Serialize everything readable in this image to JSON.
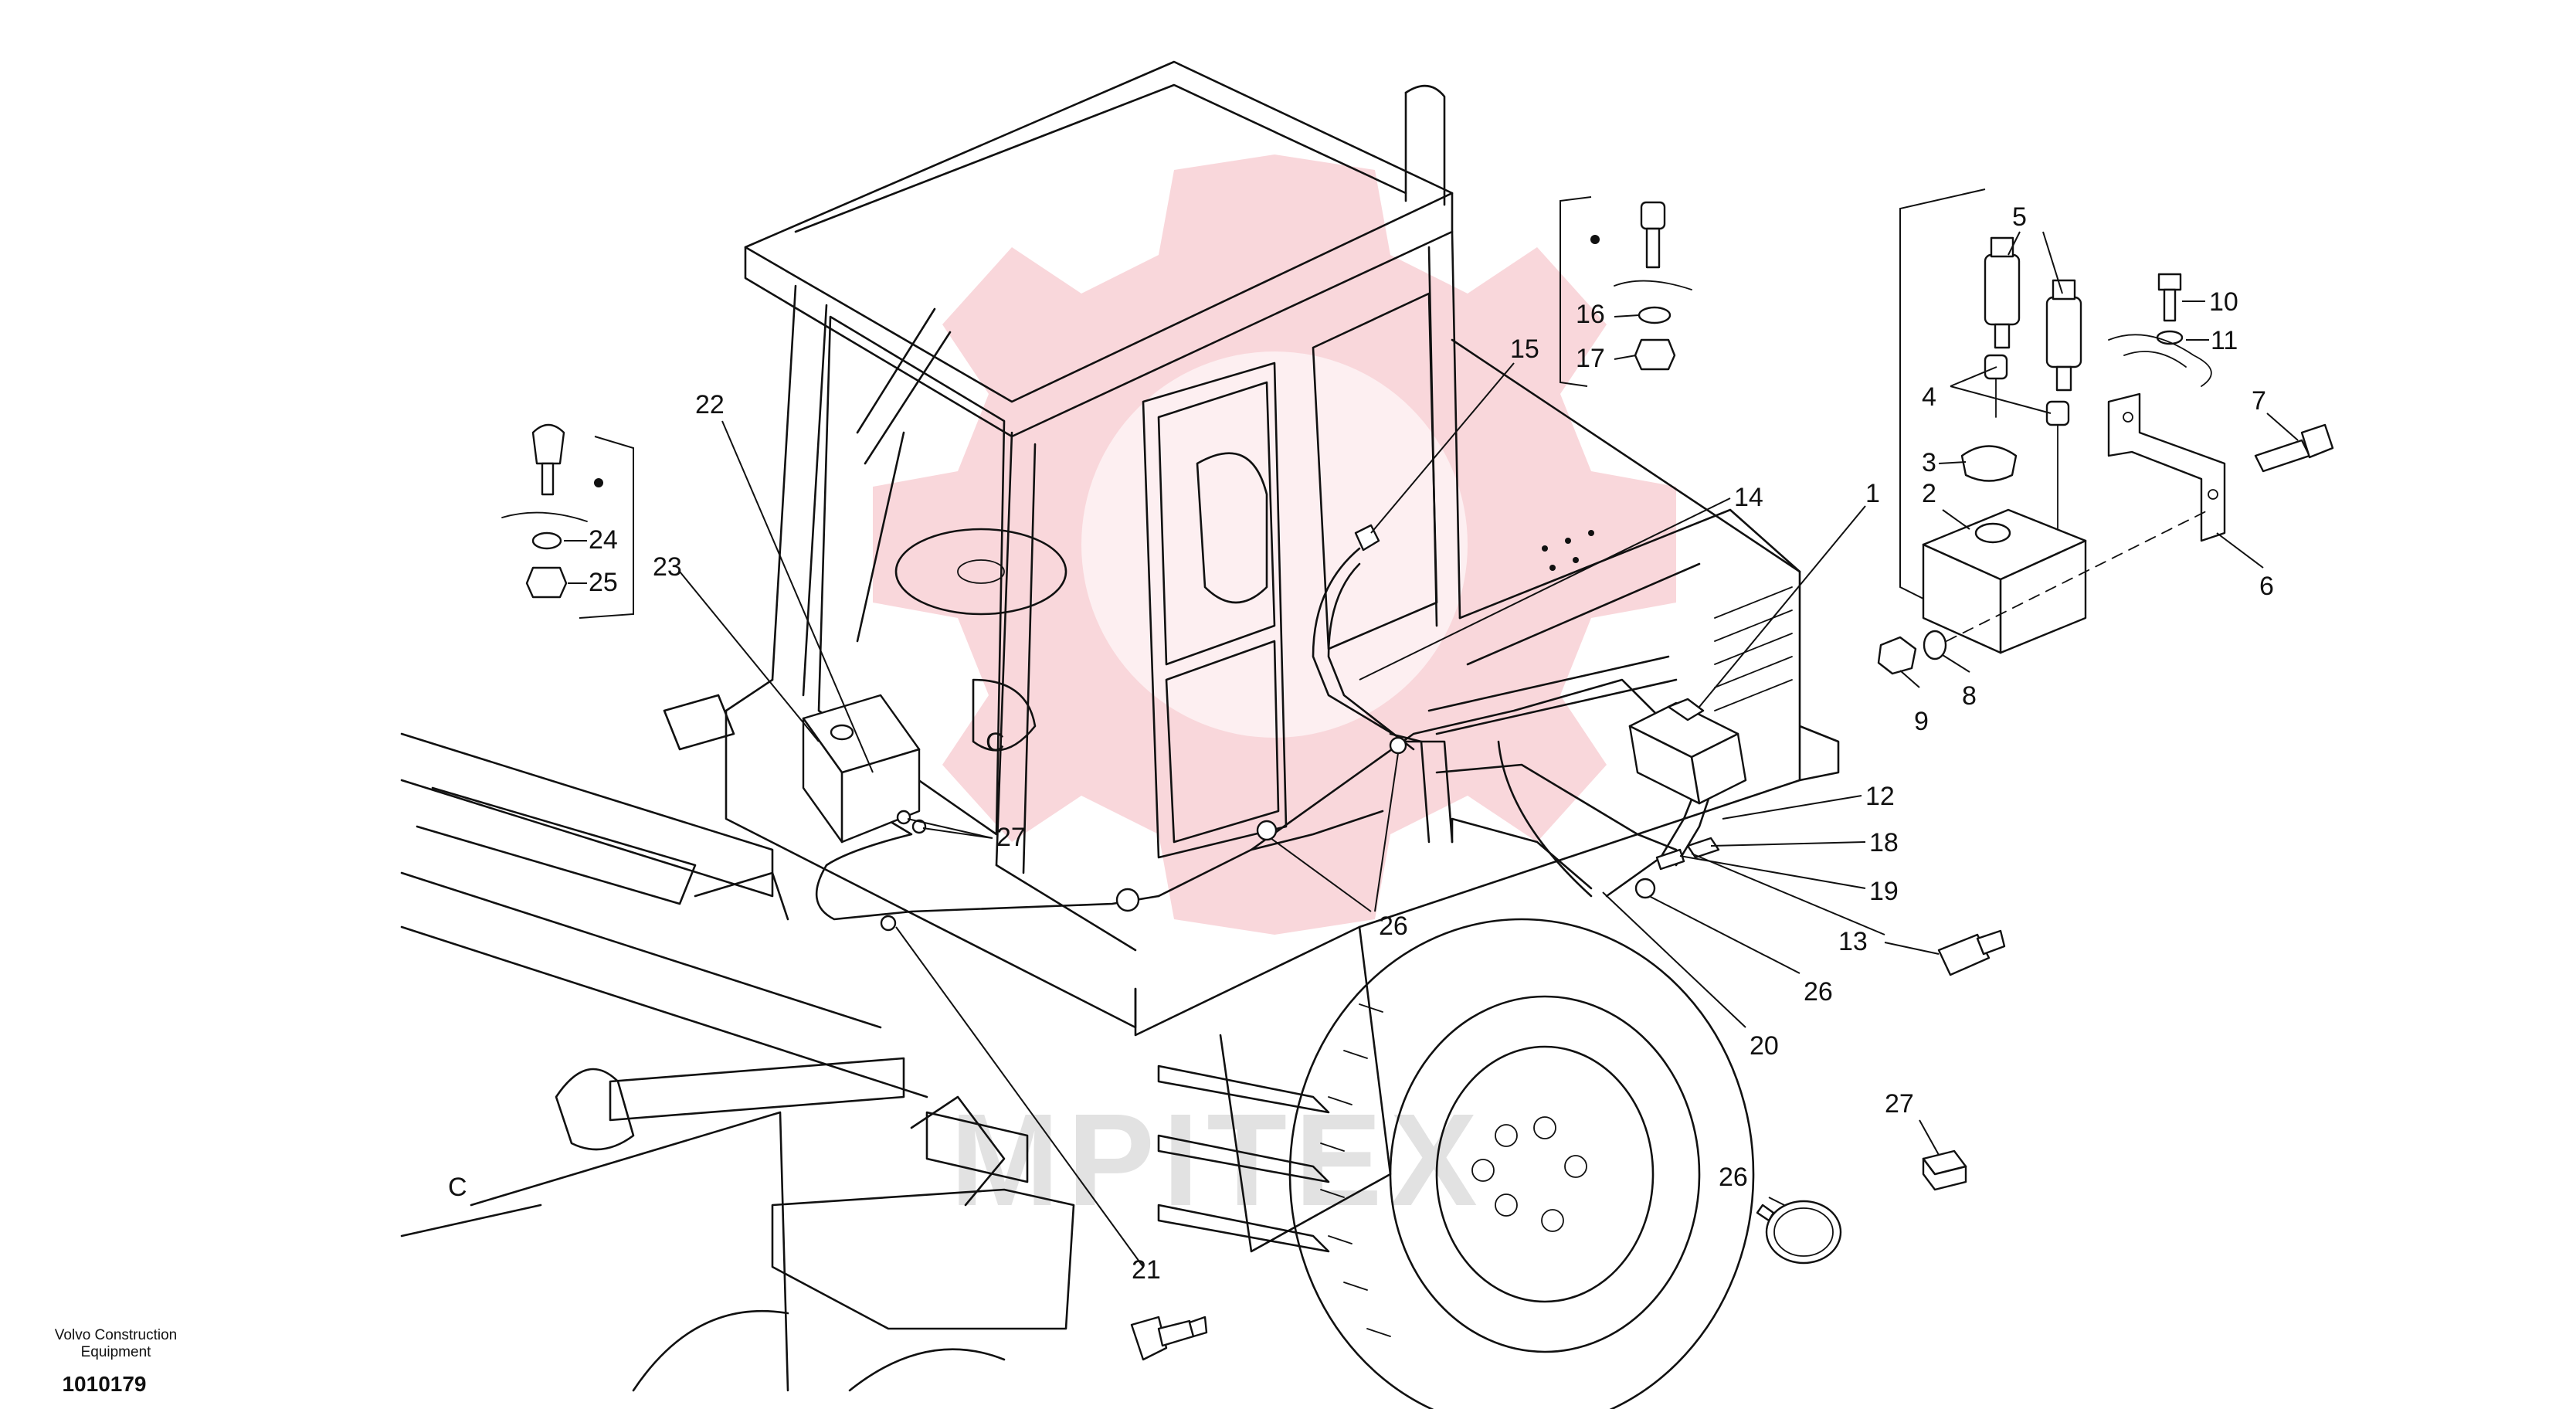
{
  "caption": {
    "company_line1": "Volvo Construction",
    "company_line2": "Equipment",
    "figure_number": "1010179"
  },
  "watermark": {
    "text": "MPITEX",
    "color": "#f7c9cf"
  },
  "callouts": {
    "c1": "1",
    "c2": "2",
    "c3": "3",
    "c4": "4",
    "c5": "5",
    "c6": "6",
    "c7": "7",
    "c8": "8",
    "c9": "9",
    "c10": "10",
    "c11": "11",
    "c12": "12",
    "c13": "13",
    "c14": "14",
    "c15": "15",
    "c16": "16",
    "c17": "17",
    "c18": "18",
    "c19": "19",
    "c20": "20",
    "c21": "21",
    "c22": "22",
    "c23": "23",
    "c24": "24",
    "c25": "25",
    "c26a": "26",
    "c26b": "26",
    "c26c": "26",
    "c27a": "27",
    "c27b": "27"
  },
  "cab_markings": {
    "letter_c": "C"
  }
}
